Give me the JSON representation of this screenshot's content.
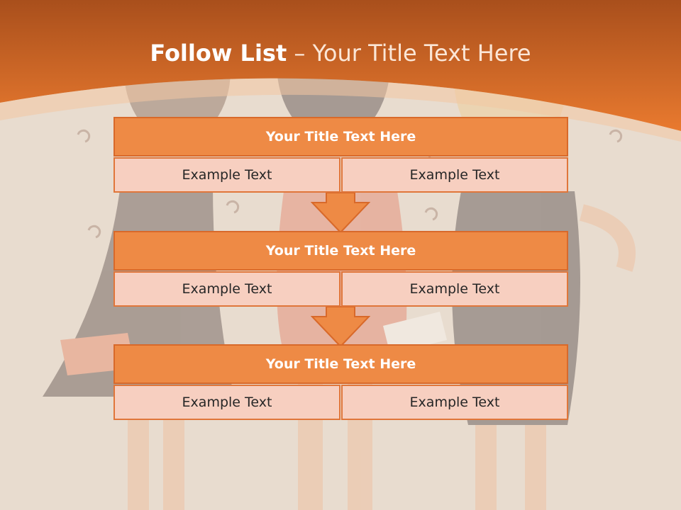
{
  "title": {
    "bold": "Follow List",
    "rest": "– Your Title Text Here"
  },
  "steps": [
    {
      "title": "Your Title Text Here",
      "cells": [
        "Example Text",
        "Example Text"
      ]
    },
    {
      "title": "Your Title Text Here",
      "cells": [
        "Example Text",
        "Example Text"
      ]
    },
    {
      "title": "Your Title Text Here",
      "cells": [
        "Example Text",
        "Example Text"
      ]
    }
  ],
  "colors": {
    "header_orange": "#e8772d",
    "box_orange": "#ee8a45",
    "cell_pink": "#f7cfc0",
    "background": "#e9ddd0"
  }
}
